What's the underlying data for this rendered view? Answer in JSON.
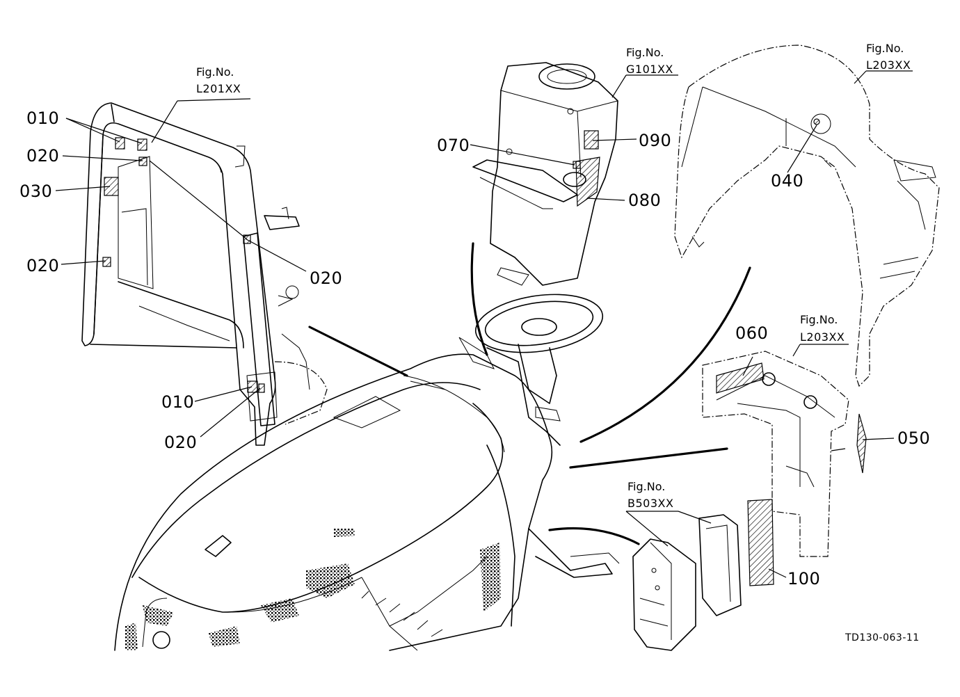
{
  "figure_refs": [
    {
      "key": "l201",
      "caption": "Fig.No.",
      "code": "L201XX"
    },
    {
      "key": "g101",
      "caption": "Fig.No.",
      "code": "G101XX"
    },
    {
      "key": "l203_top",
      "caption": "Fig.No.",
      "code": "L203XX"
    },
    {
      "key": "l203_mid",
      "caption": "Fig.No.",
      "code": "L203XX"
    },
    {
      "key": "b503",
      "caption": "Fig.No.",
      "code": "B503XX"
    }
  ],
  "callouts": [
    {
      "key": "c010a",
      "text": "010"
    },
    {
      "key": "c020a",
      "text": "020"
    },
    {
      "key": "c030",
      "text": "030"
    },
    {
      "key": "c020b",
      "text": "020"
    },
    {
      "key": "c020c",
      "text": "020"
    },
    {
      "key": "c010b",
      "text": "010"
    },
    {
      "key": "c020d",
      "text": "020"
    },
    {
      "key": "c070",
      "text": "070"
    },
    {
      "key": "c090",
      "text": "090"
    },
    {
      "key": "c080",
      "text": "080"
    },
    {
      "key": "c040",
      "text": "040"
    },
    {
      "key": "c060",
      "text": "060"
    },
    {
      "key": "c050",
      "text": "050"
    },
    {
      "key": "c100",
      "text": "100"
    }
  ],
  "drawing_code": "TD130-063-11"
}
